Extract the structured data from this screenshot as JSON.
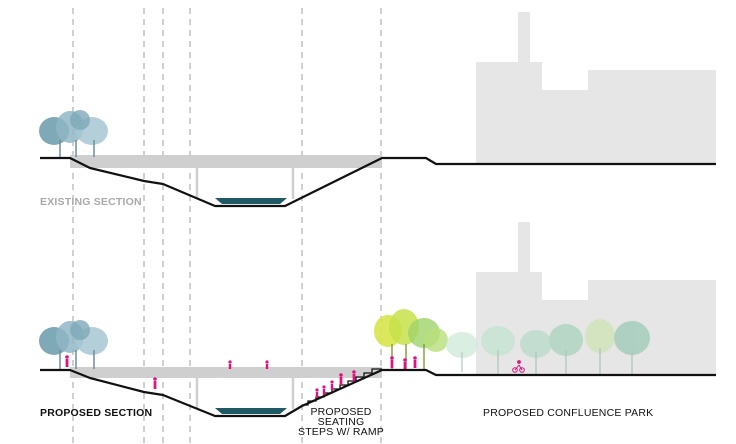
{
  "labels": {
    "existing_section": "EXISTING SECTION",
    "proposed_section": "PROPOSED SECTION",
    "seating_line1": "PROPOSED",
    "seating_line2": "SEATING",
    "seating_line3": "STEPS W/ RAMP",
    "confluence_park": "PROPOSED CONFLUENCE PARK"
  },
  "colors": {
    "ground_line": "#111111",
    "bridge_deck": "#cfcfcf",
    "building": "#e6e6e7",
    "water": "#1f5964",
    "guide_line": "#8a8a8a",
    "people": "#e0127f",
    "existing_tree": "#7ea9b9",
    "proposed_bright_tree": "#c7e04a",
    "proposed_pale_tree": "#b9dcc8"
  },
  "icons": {
    "tree": "tree-icon",
    "person": "person-icon",
    "building": "building-silhouette"
  }
}
